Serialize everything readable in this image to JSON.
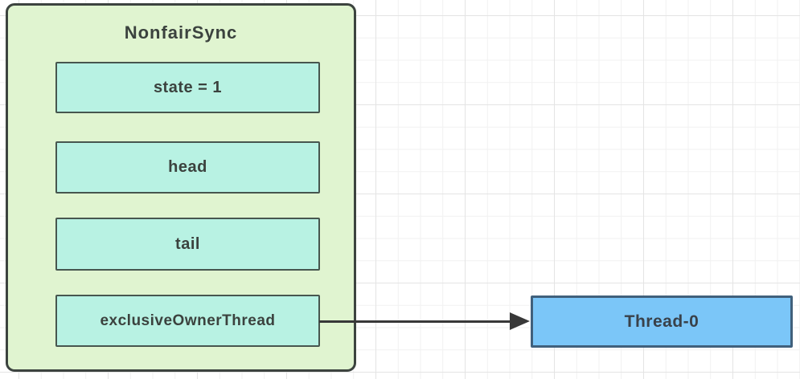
{
  "diagram": {
    "container": {
      "title": "NonfairSync",
      "fields": [
        {
          "label": "state = 1"
        },
        {
          "label": "head"
        },
        {
          "label": "tail"
        },
        {
          "label": "exclusiveOwnerThread"
        }
      ]
    },
    "external_node": {
      "label": "Thread-0"
    },
    "arrow": {
      "from": "exclusiveOwnerThread",
      "to": "Thread-0",
      "direction": "right"
    },
    "colors": {
      "background": "#ffffff",
      "grid_minor": "#f1f1f1",
      "grid_major": "#e4e4e4",
      "container_fill": "#e0f4d0",
      "container_border": "#3c433f",
      "field_fill": "#b8f2e3",
      "field_border": "#47564f",
      "thread_fill": "#7bc6f8",
      "thread_border": "#40607c",
      "arrow": "#383838",
      "text": "#3b423e"
    }
  }
}
